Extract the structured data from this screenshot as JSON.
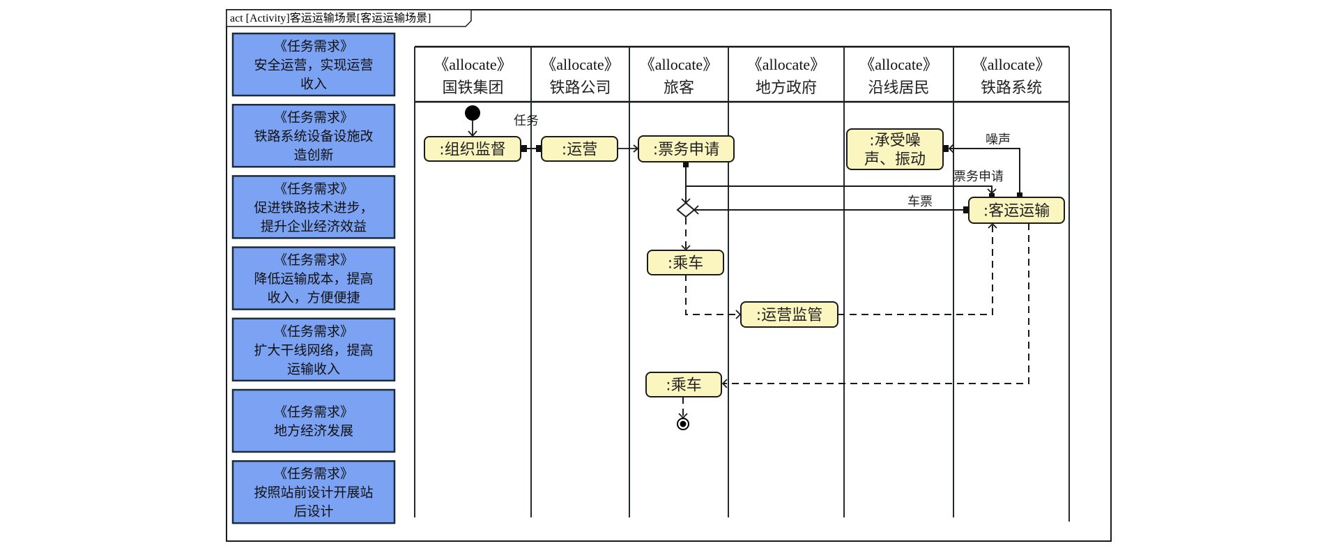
{
  "frame": {
    "title": "act [Activity]客运运输场景[客运运输场景]"
  },
  "requirements": [
    {
      "stereotype": "《任务需求》",
      "lines": [
        "安全运营，实现运营",
        "收入"
      ]
    },
    {
      "stereotype": "《任务需求》",
      "lines": [
        "铁路系统设备设施改",
        "造创新"
      ]
    },
    {
      "stereotype": "《任务需求》",
      "lines": [
        "促进铁路技术进步，",
        "提升企业经济效益"
      ]
    },
    {
      "stereotype": "《任务需求》",
      "lines": [
        "降低运输成本，提高",
        "收入，方便便捷"
      ]
    },
    {
      "stereotype": "《任务需求》",
      "lines": [
        "扩大干线网络，提高",
        "运输收入"
      ]
    },
    {
      "stereotype": "《任务需求》",
      "lines": [
        "地方经济发展"
      ]
    },
    {
      "stereotype": "《任务需求》",
      "lines": [
        "按照站前设计开展站",
        "后设计"
      ]
    }
  ],
  "swimlanes": [
    {
      "stereotype": "《allocate》",
      "name": "国铁集团"
    },
    {
      "stereotype": "《allocate》",
      "name": "铁路公司"
    },
    {
      "stereotype": "《allocate》",
      "name": "旅客"
    },
    {
      "stereotype": "《allocate》",
      "name": "地方政府"
    },
    {
      "stereotype": "《allocate》",
      "name": "沿线居民"
    },
    {
      "stereotype": "《allocate》",
      "name": "铁路系统"
    }
  ],
  "actions": {
    "organize_supervise": {
      "lines": [
        ":组织监督"
      ],
      "lane": "国铁集团"
    },
    "operate": {
      "lines": [
        ":运营"
      ],
      "lane": "铁路公司"
    },
    "ticket_apply": {
      "lines": [
        ":票务申请"
      ],
      "lane": "旅客"
    },
    "ride_1": {
      "lines": [
        ":乘车"
      ],
      "lane": "旅客"
    },
    "operation_regulation": {
      "lines": [
        ":运营监管"
      ],
      "lane": "地方政府"
    },
    "ride_2": {
      "lines": [
        ":乘车"
      ],
      "lane": "旅客"
    },
    "bear_noise": {
      "lines": [
        ":承受噪",
        "声、振动"
      ],
      "lane": "沿线居民"
    },
    "passenger_transport": {
      "lines": [
        ":客运运输"
      ],
      "lane": "铁路系统"
    }
  },
  "edge_labels": {
    "task": "任务",
    "noise": "噪声",
    "ticket_request": "票务申请",
    "ticket": "车票"
  },
  "nodes": {
    "initial": "initial-node",
    "decision": "decision-node",
    "final": "activity-final-node"
  }
}
